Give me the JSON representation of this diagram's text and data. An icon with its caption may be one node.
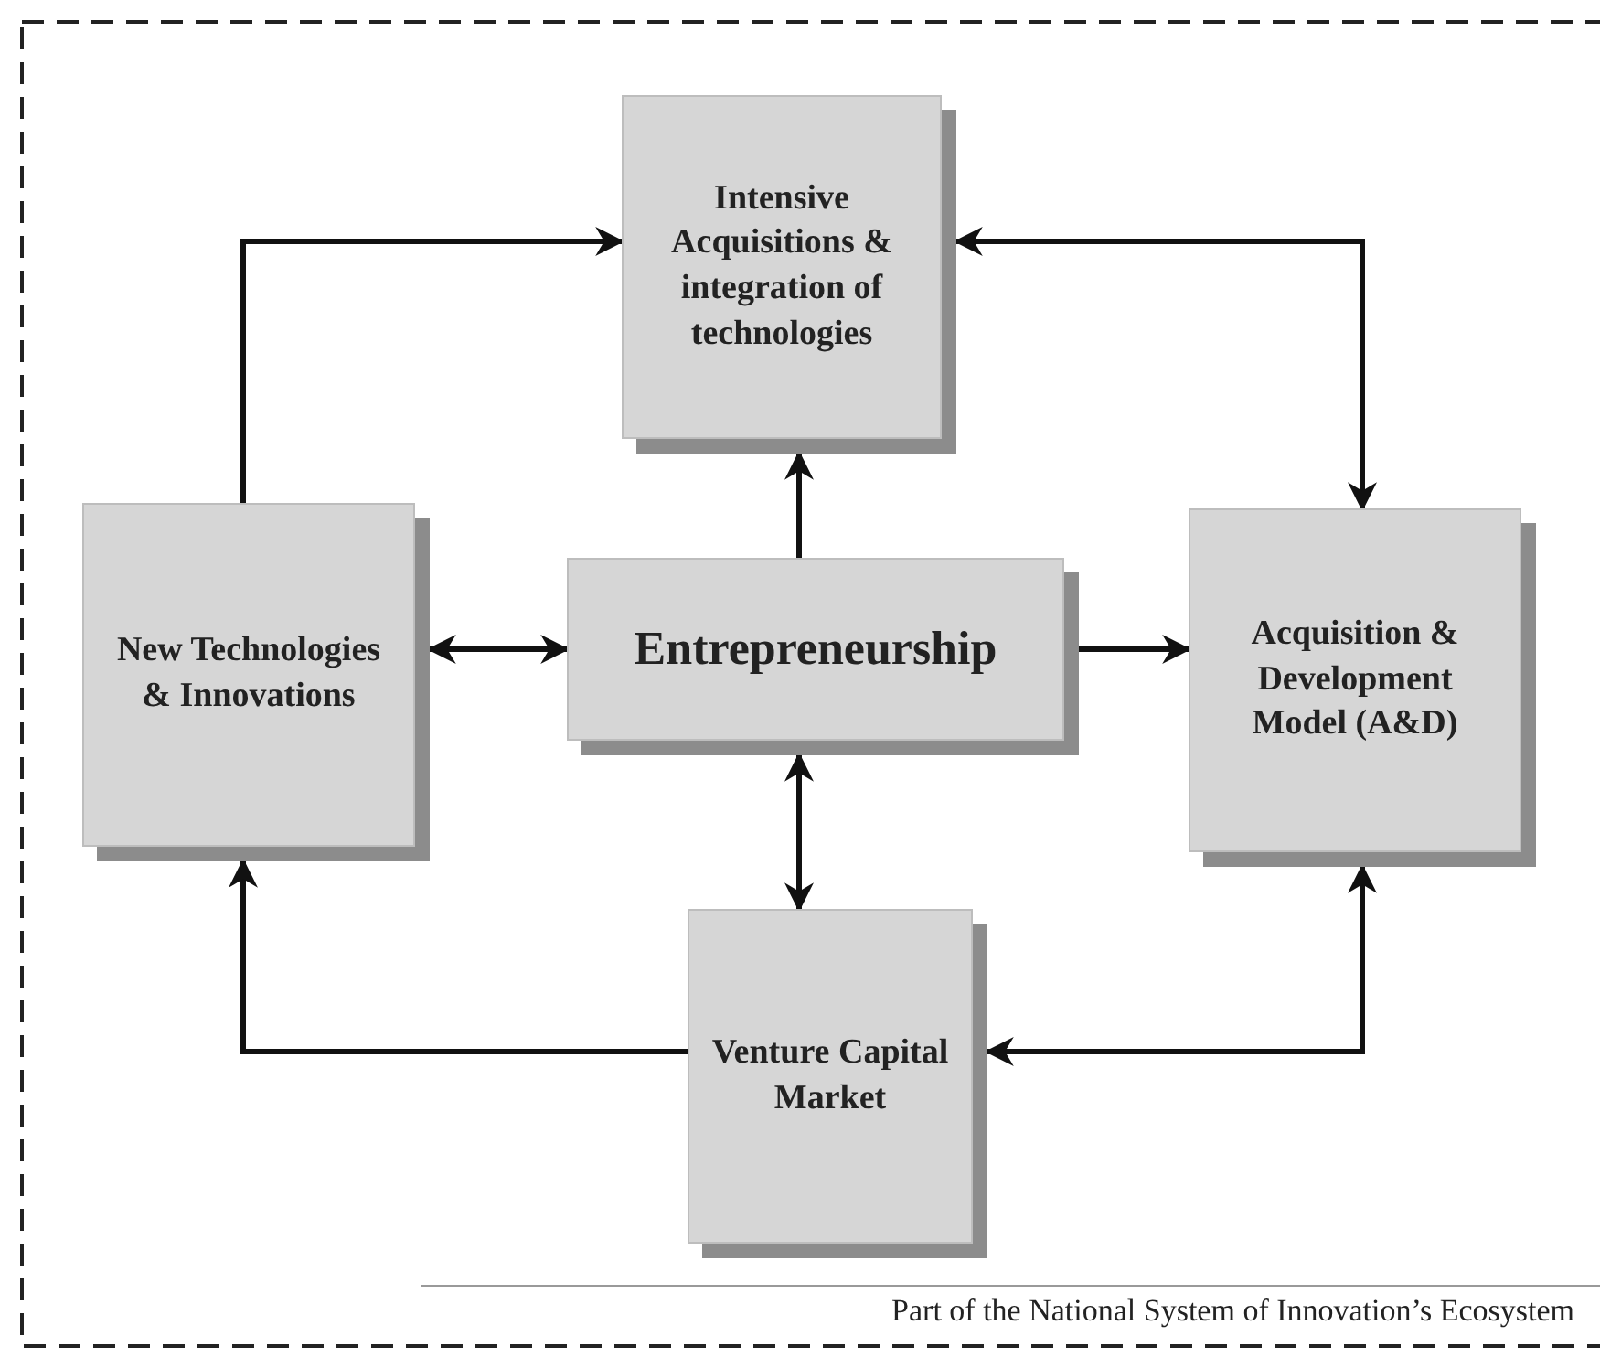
{
  "diagram": {
    "nodes": [
      {
        "text": [
          "Intensive Acquisitions & integration of technologies"
        ]
      },
      {
        "text": [
          "New Technologies & Innovations"
        ]
      },
      {
        "text": [
          "Entrepreneurship"
        ]
      },
      {
        "text": [
          "Acquisition & Development Model (A&D)"
        ]
      },
      {
        "text": [
          "Venture Capital Market"
        ]
      }
    ],
    "edges": [
      {
        "from": 1,
        "to": 0,
        "arrow": "to"
      },
      {
        "from": 0,
        "to": 3,
        "arrow": "both"
      },
      {
        "from": 2,
        "to": 0,
        "arrow": "to"
      },
      {
        "from": 1,
        "to": 2,
        "arrow": "both"
      },
      {
        "from": 2,
        "to": 3,
        "arrow": "to"
      },
      {
        "from": 2,
        "to": 4,
        "arrow": "both"
      },
      {
        "from": 4,
        "to": 1,
        "arrow": "to"
      },
      {
        "from": 3,
        "to": 4,
        "arrow": "both"
      }
    ],
    "labels": [
      "Part of the National System of Innovation’s Ecosystem"
    ]
  }
}
